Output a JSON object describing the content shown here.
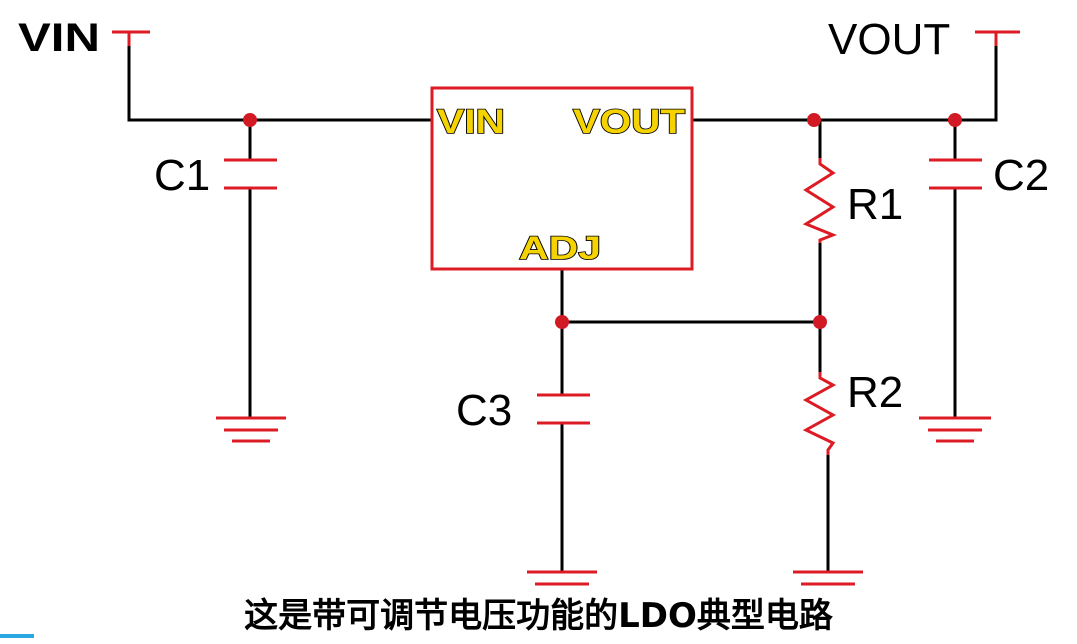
{
  "labels": {
    "vin_net": "VIN",
    "vout_net": "VOUT",
    "c1": "C1",
    "c2": "C2",
    "c3": "C3",
    "r1": "R1",
    "r2": "R2"
  },
  "ic": {
    "pin_vin": "VIN",
    "pin_vout": "VOUT",
    "pin_adj": "ADJ"
  },
  "caption": "这是带可调节电压功能的LDO典型电路",
  "colors": {
    "component": "#dd1b24",
    "node": "#d11a24",
    "wire": "#000000",
    "pin_text": "#f5d300"
  }
}
